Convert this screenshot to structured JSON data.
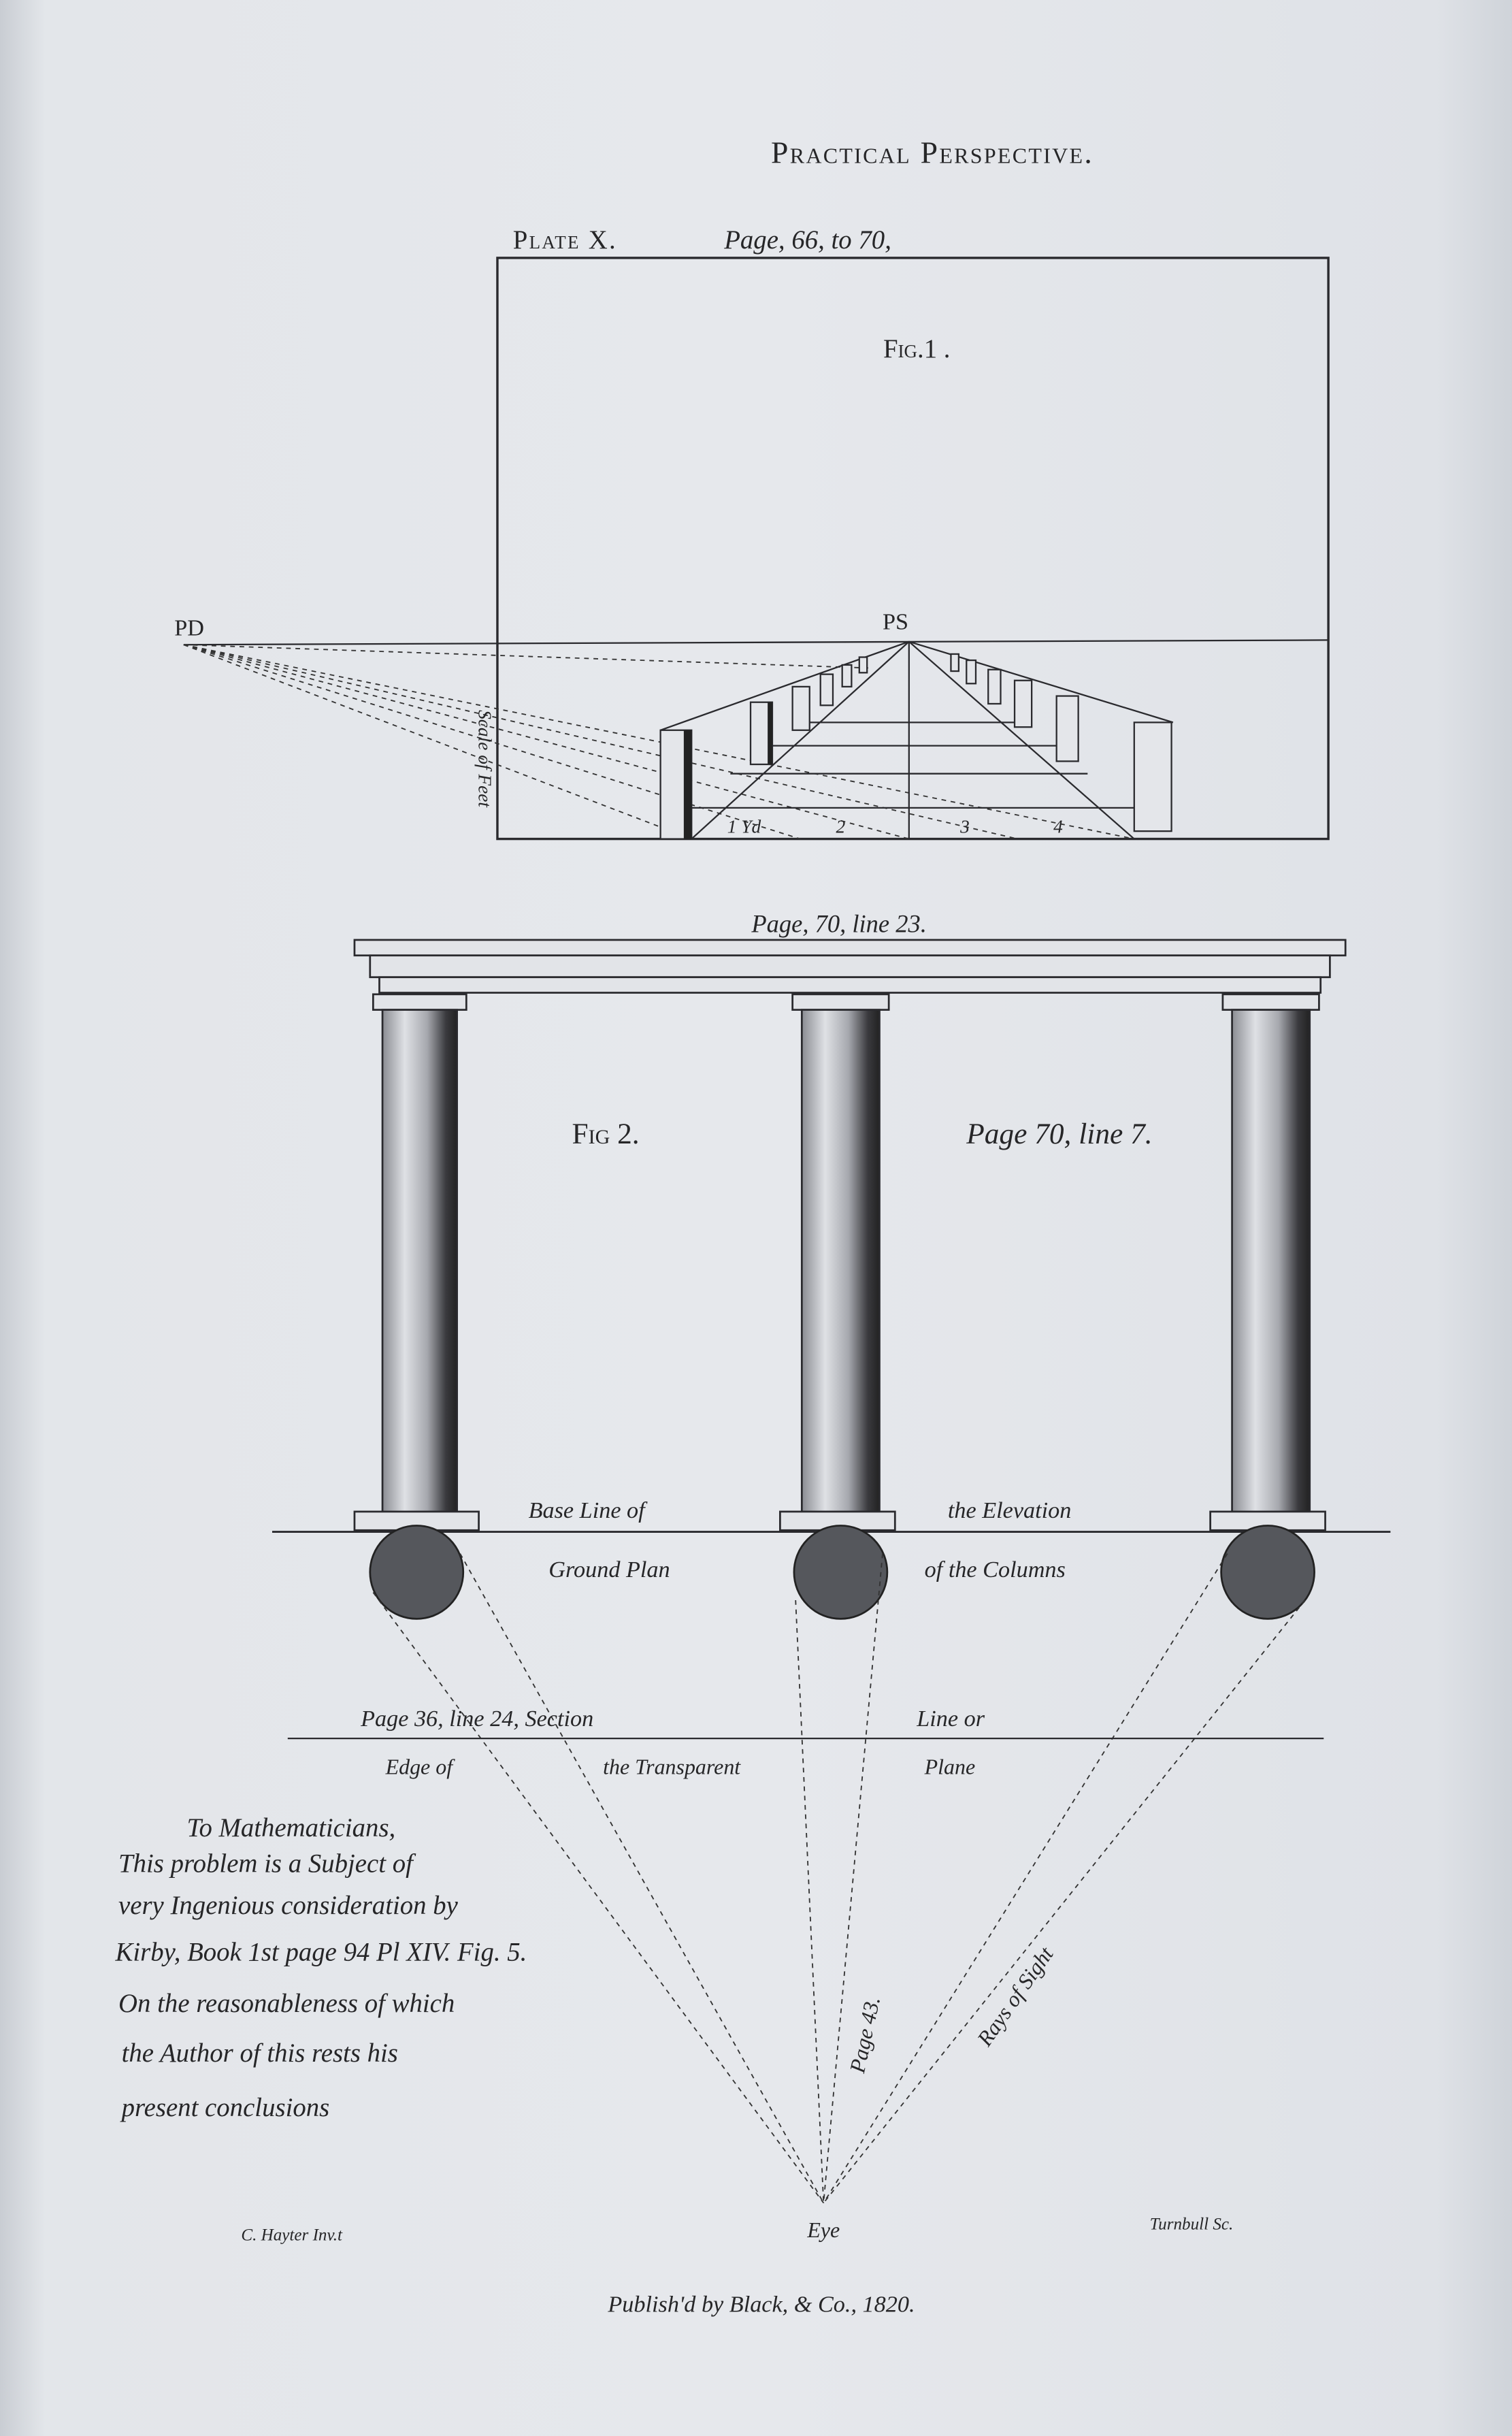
{
  "header": {
    "title": "Practical Perspective.",
    "plate": "Plate X.",
    "plate_pages": "Page, 66, to 70,"
  },
  "fig1": {
    "title": "Fig.1 .",
    "pd_label": "PD",
    "ps_label": "PS",
    "scale_label": "Scale of Feet",
    "scale_marks": [
      "1 Yd",
      "2",
      "3",
      "4"
    ]
  },
  "fig2": {
    "ref_top": "Page, 70, line 23.",
    "title": "Fig 2.",
    "ref_right": "Page 70, line 7.",
    "base_line_left": "Base Line of",
    "base_line_right": "the Elevation",
    "ground_plan_left": "Ground Plan",
    "ground_plan_right": "of the Columns",
    "section_1": "Page 36, line 24, Section",
    "section_2": "Line or",
    "edge_1": "Edge of",
    "edge_2": "the Transparent",
    "edge_3": "Plane",
    "page43": "Page 43.",
    "rays": "Rays of Sight",
    "eye": "Eye"
  },
  "note": {
    "lines": [
      "To Mathematicians,",
      "This problem is a Subject of",
      "very Ingenious consideration by",
      "Kirby, Book 1st page 94 Pl XIV. Fig. 5.",
      "On the reasonableness of which",
      "the Author of this rests his",
      "present conclusions"
    ]
  },
  "footer": {
    "inventor": "C. Hayter Inv.t",
    "engraver": "Turnbull Sc.",
    "publisher": "Publish'd by Black, & Co., 1820."
  }
}
